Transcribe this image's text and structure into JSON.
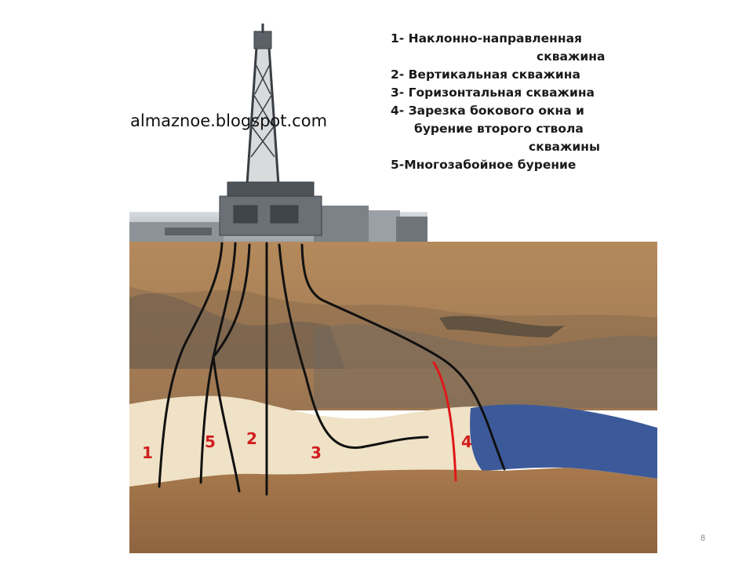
{
  "watermark": "almaznoe.blogspot.com",
  "legend": {
    "item1_line1": "1- Наклонно-направленная",
    "item1_line2": "скважина",
    "item2": "2- Вертикальная скважина",
    "item3": "3- Горизонтальная скважина",
    "item4_line1": "4- Зарезка бокового окна и",
    "item4_line2": "бурение второго ствола",
    "item4_line3": "скважины",
    "item5": "5-Многозабойное бурение"
  },
  "well_numbers": [
    "1",
    "5",
    "2",
    "3",
    "4"
  ],
  "page_number": "8",
  "colors": {
    "well_line": "#111111",
    "sidetrack": "#e01818",
    "label": "#d21e1e",
    "reservoir_sand": "#efe2c6",
    "water_zone": "#3c5a9a"
  }
}
